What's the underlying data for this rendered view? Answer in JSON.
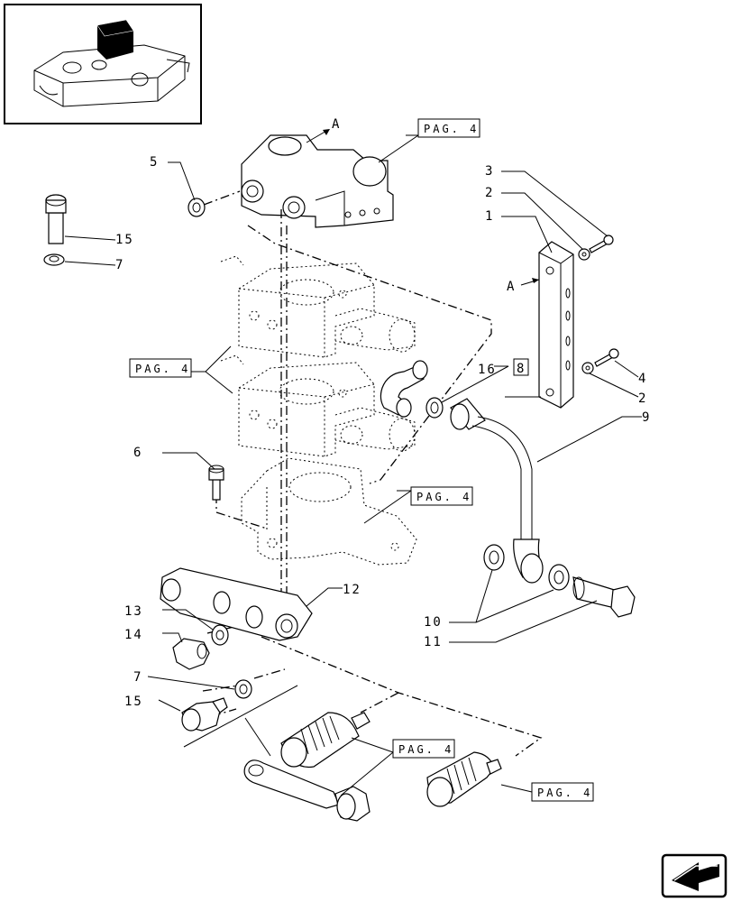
{
  "callouts": {
    "c1": "1",
    "c2a": "2",
    "c2b": "2",
    "c3": "3",
    "c4": "4",
    "c5": "5",
    "c6": "6",
    "c7a": "7",
    "c7b": "7",
    "c9": "9",
    "c10": "10",
    "c11": "11",
    "c12": "12",
    "c13": "13",
    "c14": "14",
    "c15a": "15",
    "c15b": "15",
    "c16": "16",
    "c8": "8"
  },
  "view_markers": {
    "a_top": "A",
    "a_side": "A"
  },
  "page_refs": {
    "ref_top": "PAG. 4",
    "ref_left": "PAG. 4",
    "ref_mid": "PAG. 4",
    "ref_bottom_left": "PAG. 4",
    "ref_bottom_right": "PAG. 4"
  },
  "colors": {
    "line": "#000000",
    "background": "#ffffff"
  },
  "icons": {
    "thumbnail": "tractor-assembly-thumbnail",
    "nav": "arrow-navigation-icon"
  }
}
